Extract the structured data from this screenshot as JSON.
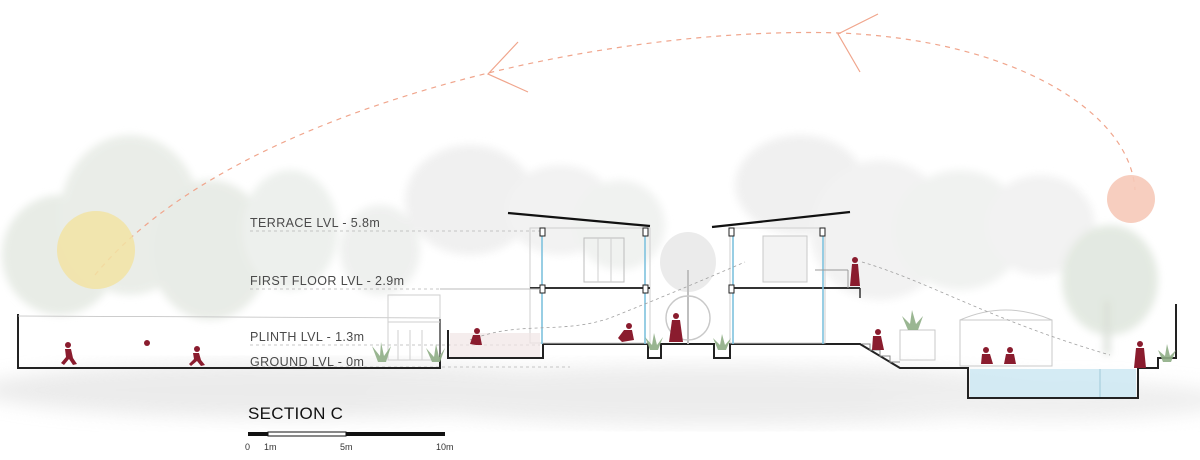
{
  "levels": [
    {
      "label": "TERRACE LVL  - 5.8m"
    },
    {
      "label": "FIRST FLOOR LVL  - 2.9m"
    },
    {
      "label": "PLINTH LVL  - 1.3m"
    },
    {
      "label": "GROUND LVL  - 0m"
    }
  ],
  "title": "SECTION C",
  "scale": {
    "ticks": [
      "0",
      "1m",
      "5m",
      "10m"
    ]
  },
  "colors": {
    "sun_path": "#f0a58c",
    "sun_morning": "#f2e3a3",
    "sun_evening": "#f6c9b8",
    "figures": "#8a1c2e",
    "trees": "#e3e8e1",
    "structure": "#222222",
    "glass": "#7fc2de",
    "pool": "#cfe9f3"
  },
  "icons": [
    "sun-icon",
    "tree-icon",
    "person-icon",
    "plant-icon",
    "ball-icon"
  ]
}
